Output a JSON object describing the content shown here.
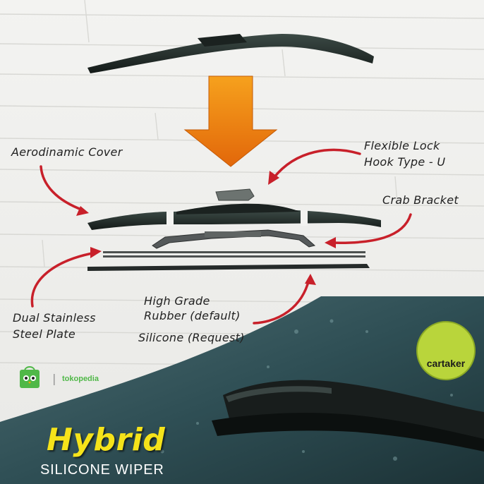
{
  "labels": {
    "aerodinamic_cover": "Aerodinamic Cover",
    "flexible_lock_line1": "Flexible Lock",
    "flexible_lock_line2": "Hook Type - U",
    "crab_bracket": "Crab Bracket",
    "dual_stainless_line1": "Dual Stainless",
    "dual_stainless_line2": "Steel Plate",
    "rubber_line1": "High Grade",
    "rubber_line2": "Rubber (default)",
    "silicone": "Silicone (Request)"
  },
  "product": {
    "title": "Hybrid",
    "subtitle": "SILICONE WIPER"
  },
  "brand": {
    "logo_text": "cartaker",
    "store_text": "tokopedia"
  },
  "colors": {
    "arrow_orange": "#f08a12",
    "annotation_red": "#c8202a",
    "title_yellow": "#f5e31a",
    "logo_green": "#b9d53b"
  }
}
